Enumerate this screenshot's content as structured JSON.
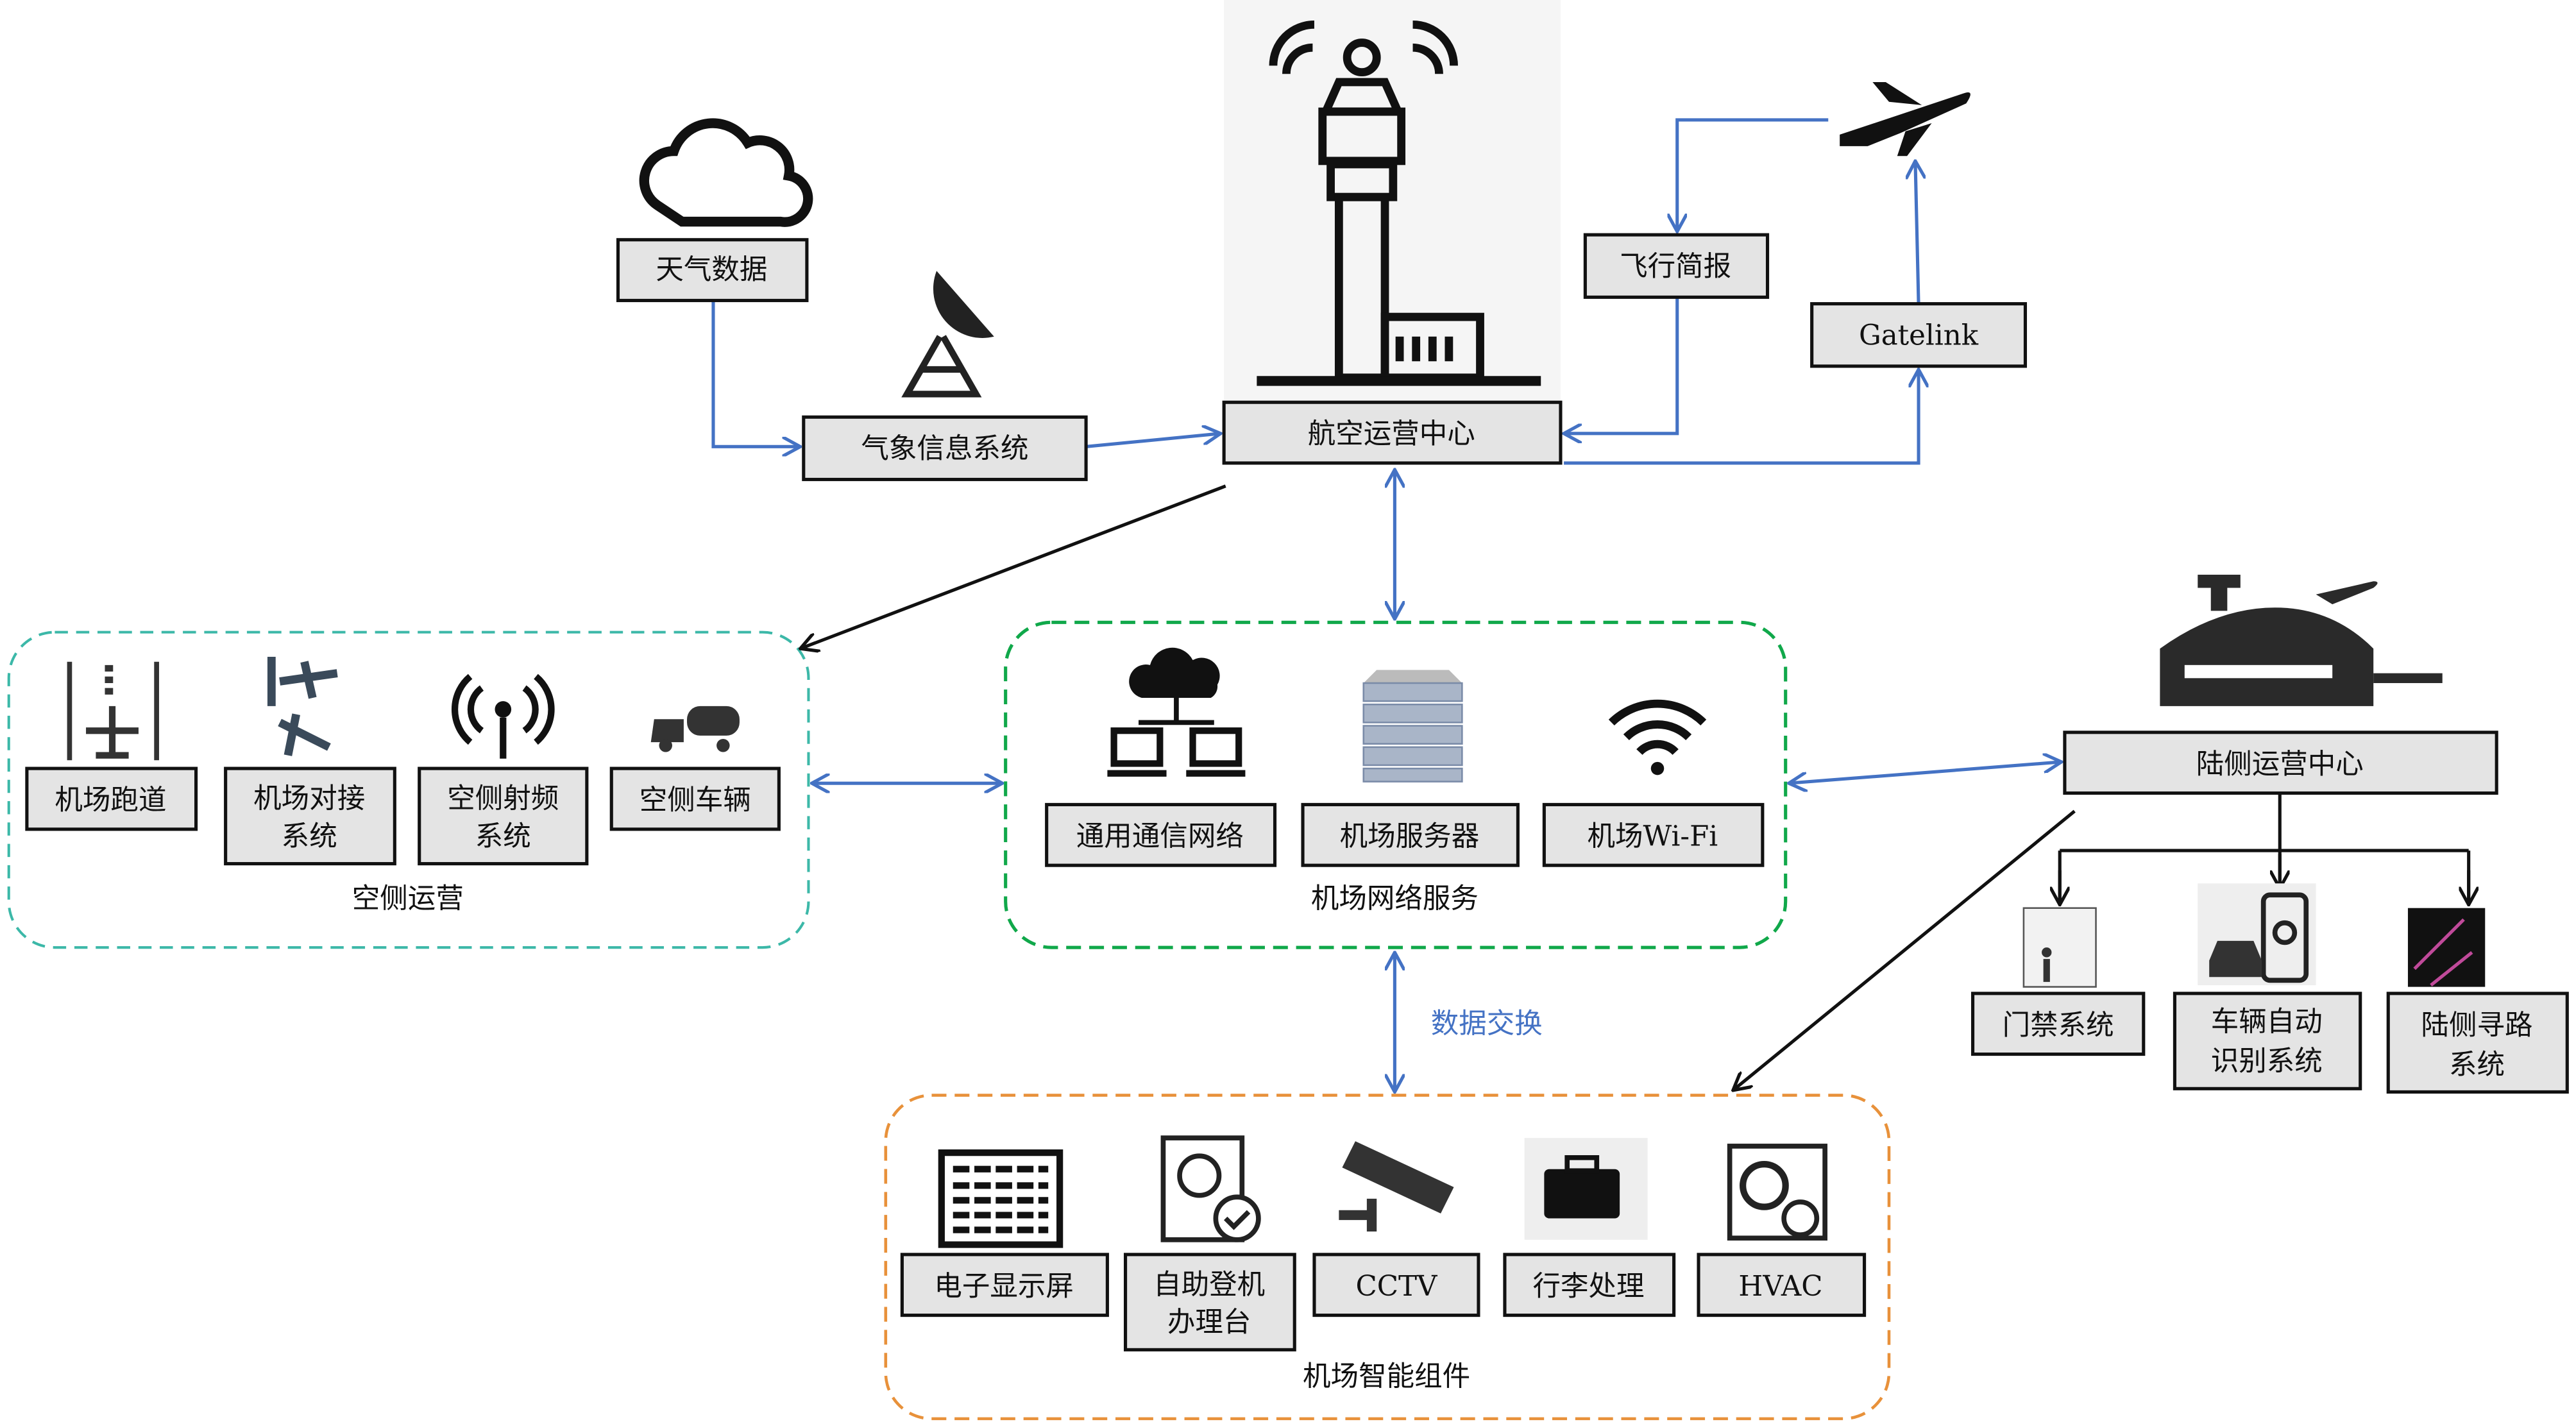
{
  "colors": {
    "arrow_blue": "#4472c4",
    "arrow_black": "#111111",
    "box_fill": "#e4e4e4",
    "airside_border": "#3cb8a8",
    "network_border": "#10a84a",
    "smart_border": "#e8913a",
    "data_exchange_text": "#4472c4"
  },
  "nodes": {
    "weather_data": "天气数据",
    "meteo_system": "气象信息系统",
    "aoc": "航空运营中心",
    "flight_briefing": "飞行简报",
    "gatelink": "Gatelink",
    "landside_center": "陆侧运营中心",
    "data_exchange": "数据交换"
  },
  "airside": {
    "title": "空侧运营",
    "items": [
      {
        "lines": [
          "机场跑道"
        ],
        "icon": "runway-icon"
      },
      {
        "lines": [
          "机场对接",
          "系统"
        ],
        "icon": "aircraft-docking-icon"
      },
      {
        "lines": [
          "空侧射频",
          "系统"
        ],
        "icon": "radio-antenna-icon"
      },
      {
        "lines": [
          "空侧车辆"
        ],
        "icon": "tanker-truck-icon"
      }
    ]
  },
  "network": {
    "title": "机场网络服务",
    "items": [
      {
        "lines": [
          "通用通信网络"
        ],
        "icon": "cloud-network-icon"
      },
      {
        "lines": [
          "机场服务器"
        ],
        "icon": "server-rack-icon"
      },
      {
        "lines": [
          "机场Wi-Fi"
        ],
        "icon": "wifi-icon"
      }
    ]
  },
  "landside": {
    "items": [
      {
        "lines": [
          "门禁系统"
        ],
        "icon": "access-gate-icon"
      },
      {
        "lines": [
          "车辆自动",
          "识别系统"
        ],
        "icon": "vehicle-location-icon"
      },
      {
        "lines": [
          "陆侧寻路",
          "系统"
        ],
        "icon": "wayfinding-map-icon"
      }
    ]
  },
  "smart": {
    "title": "机场智能组件",
    "items": [
      {
        "lines": [
          "电子显示屏"
        ],
        "icon": "flight-display-icon"
      },
      {
        "lines": [
          "自助登机",
          "办理台"
        ],
        "icon": "passport-check-icon"
      },
      {
        "lines": [
          "CCTV"
        ],
        "icon": "cctv-camera-icon"
      },
      {
        "lines": [
          "行李处理"
        ],
        "icon": "baggage-icon"
      },
      {
        "lines": [
          "HVAC"
        ],
        "icon": "hvac-icon"
      }
    ]
  }
}
